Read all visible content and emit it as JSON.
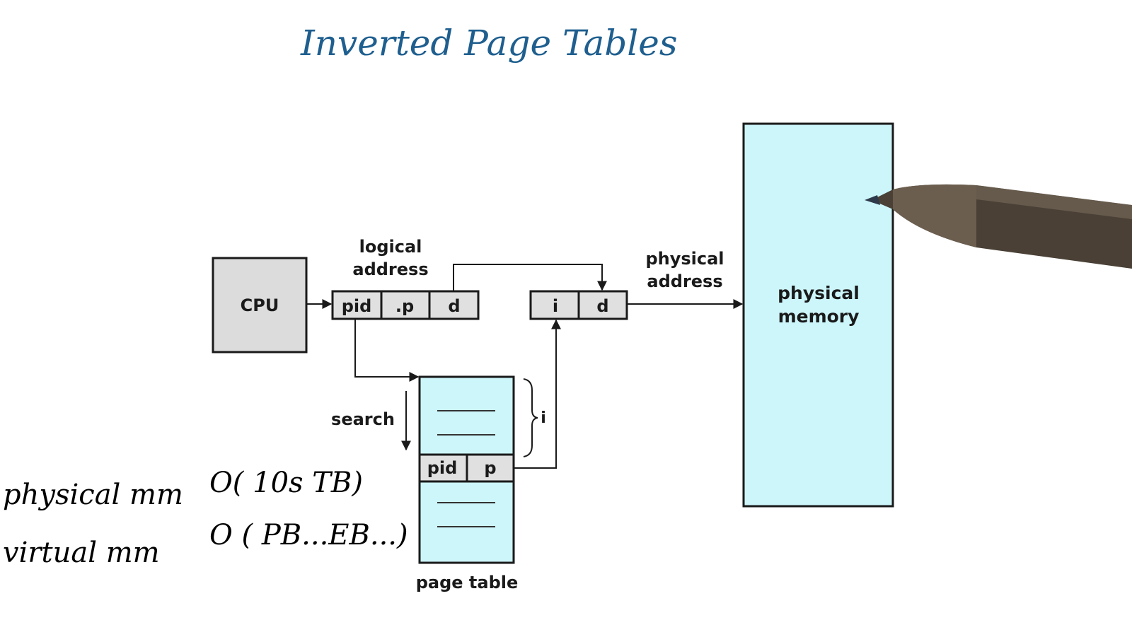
{
  "title": "Inverted Page Tables",
  "cpu": {
    "label": "CPU"
  },
  "logical_address": {
    "caption_line1": "logical",
    "caption_line2": "address",
    "fields": [
      "pid",
      ".p",
      "d"
    ]
  },
  "physical_address": {
    "caption_line1": "physical",
    "caption_line2": "address",
    "fields": [
      "i",
      "d"
    ]
  },
  "physical_memory": {
    "line1": "physical",
    "line2": "memory"
  },
  "page_table": {
    "label": "page table",
    "search_label": "search",
    "index_label": "i",
    "entry_fields": [
      "pid",
      "p"
    ]
  },
  "notes": [
    {
      "name": "physical mm",
      "order": "O( 10s TB)"
    },
    {
      "name": "virtual  mm",
      "order": "O ( PB...EB...)"
    }
  ],
  "colors": {
    "title": "#1f5f8f",
    "cpu_fill": "#dcdcdc",
    "memory_fill": "#cdf6fb",
    "field_fill": "#e0e0e0"
  }
}
